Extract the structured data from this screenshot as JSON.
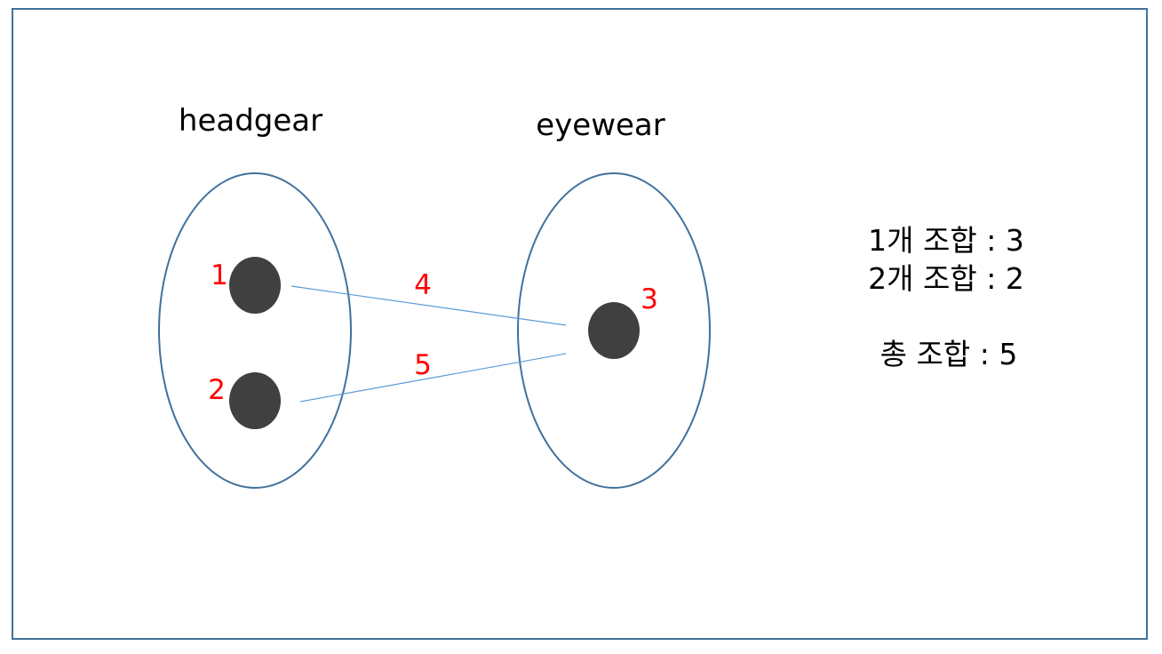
{
  "colors": {
    "frame": "#41719c",
    "ellipse": "#41719c",
    "node": "#404040",
    "edge": "#5b9bd5",
    "number_label": "#ff0000",
    "text": "#000000"
  },
  "sets": {
    "left": {
      "title": "headgear",
      "nodes": [
        {
          "label": "1"
        },
        {
          "label": "2"
        }
      ]
    },
    "right": {
      "title": "eyewear",
      "nodes": [
        {
          "label": "3"
        }
      ]
    }
  },
  "edges": [
    {
      "label": "4",
      "from": "1",
      "to": "3"
    },
    {
      "label": "5",
      "from": "2",
      "to": "3"
    }
  ],
  "summary": {
    "line1": "1개 조합 : 3",
    "line2": "2개 조합 : 2",
    "total": "총 조합 : 5"
  }
}
